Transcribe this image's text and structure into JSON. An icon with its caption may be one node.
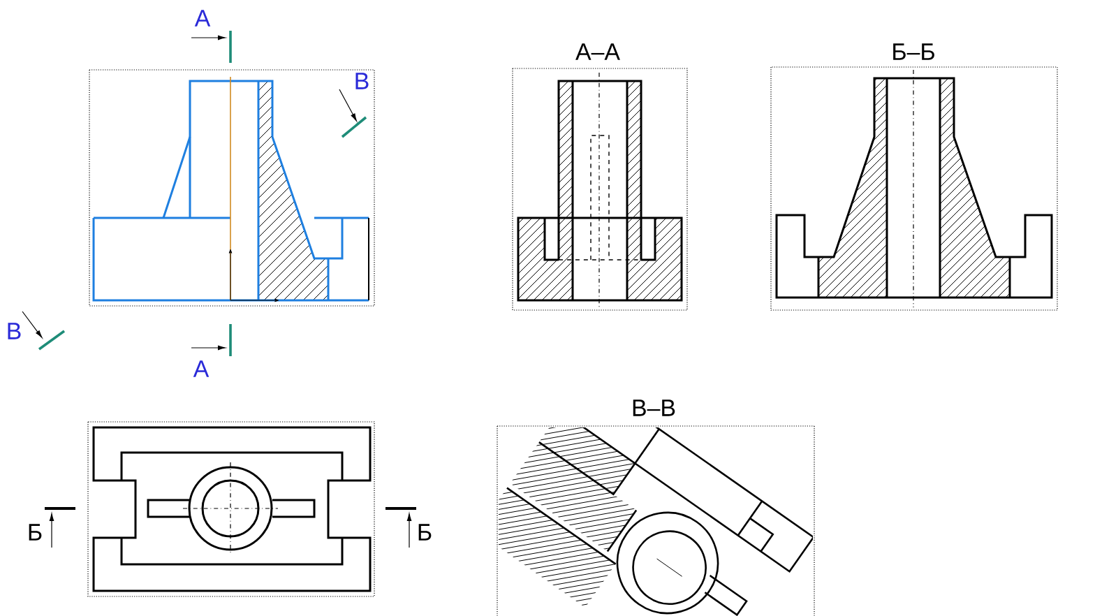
{
  "diagram": {
    "labels": [
      "А",
      "А–А",
      "Б–Б",
      "В",
      "В",
      "А",
      "В–В",
      "Б",
      "Б"
    ]
  }
}
